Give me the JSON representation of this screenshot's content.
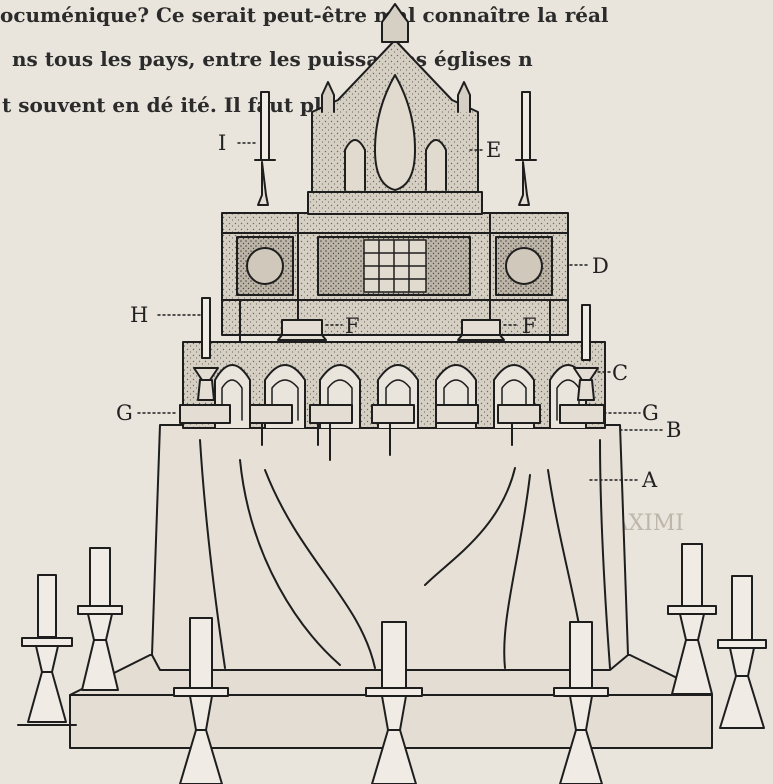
{
  "header_text": [
    "ocuménique? Ce serait peut-être mal connaître la réal",
    "ns tous les pays, entre les puissantes églises n",
    "t souvent en dé                    ité. Il faut plutôt d"
  ],
  "background_text": [
    "ALTARE SCTI MAXIMI",
    "B"
  ],
  "labels": {
    "A": "A",
    "B": "B",
    "C": "C",
    "D": "D",
    "E": "E",
    "F1": "F",
    "F2": "F",
    "G1": "G",
    "G2": "G",
    "H": "H",
    "I": "I"
  },
  "colors": {
    "paper": "#e9e4dc",
    "ink": "#1e1e1e",
    "stipple": "#8c857a",
    "fill": "#d9d3c8"
  }
}
